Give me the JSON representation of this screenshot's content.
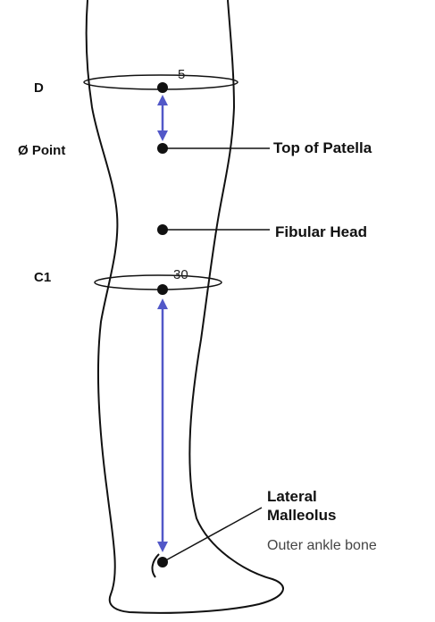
{
  "measurement_levels": [
    {
      "label": "D",
      "distance": "5"
    },
    {
      "label": "Ø Point"
    },
    {
      "label": "C1",
      "distance": "30"
    }
  ],
  "landmarks": [
    {
      "name": "Top of Patella"
    },
    {
      "name": "Fibular Head"
    },
    {
      "name": "Lateral",
      "name_line2": "Malleolus",
      "description": "Outer ankle bone"
    }
  ],
  "colors": {
    "outline": "#111111",
    "arrow": "#5258c8",
    "text": "#111111",
    "muted_text": "#444444"
  }
}
